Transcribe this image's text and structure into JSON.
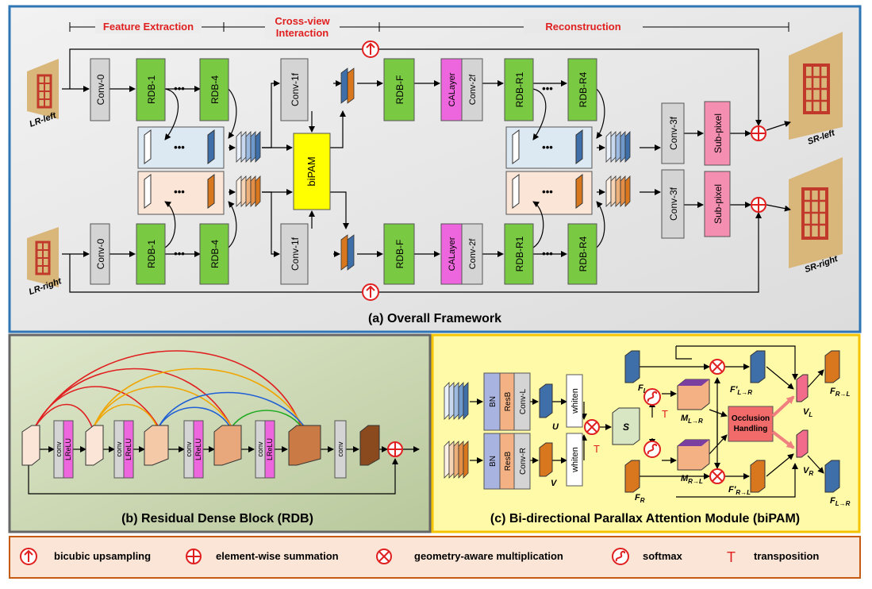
{
  "panel_a": {
    "caption": "(a) Overall Framework",
    "sections": {
      "feature_extraction": "Feature Extraction",
      "cross_view_line1": "Cross-view",
      "cross_view_line2": "Interaction",
      "reconstruction": "Reconstruction"
    },
    "inputs": {
      "left": "LR-left",
      "right": "LR-right"
    },
    "outputs": {
      "left": "SR-left",
      "right": "SR-right"
    },
    "blocks": {
      "conv0": "Conv-0",
      "rdb1": "RDB-1",
      "rdb4": "RDB-4",
      "dots": "•••",
      "conv1f": "Conv-1f",
      "bipam": "biPAM",
      "rdbf": "RDB-F",
      "calayer": "CALayer",
      "conv2f": "Conv-2f",
      "rdbr1": "RDB-R1",
      "rdbr4": "RDB-R4",
      "conv3f": "Conv-3f",
      "subpixel": "Sub-pixel"
    }
  },
  "panel_b": {
    "caption": "(b) Residual Dense Block (RDB)",
    "conv": "conv",
    "lrelu": "LReLU"
  },
  "panel_c": {
    "caption": "(c) Bi-directional Parallax Attention Module (biPAM)",
    "bn": "BN",
    "resb": "ResB",
    "conv_l": "Conv-L",
    "conv_r": "Conv-R",
    "whiten": "whiten",
    "u": "U",
    "v": "V",
    "s": "S",
    "t": "T",
    "occlusion_line1": "Occlusion",
    "occlusion_line2": "Handling",
    "f_l": "F",
    "f_l_sub": "L",
    "f_r": "F",
    "f_r_sub": "R",
    "m_lr": "M",
    "m_lr_sub": "L→R",
    "m_rl": "M",
    "m_rl_sub": "R→L",
    "fp_lr": "F′",
    "fp_lr_sub": "L→R",
    "fp_rl": "F′",
    "fp_rl_sub": "R→L",
    "v_l": "V",
    "v_l_sub": "L",
    "v_r": "V",
    "v_r_sub": "R",
    "f_rl": "F",
    "f_rl_sub": "R→L",
    "f_lr": "F",
    "f_lr_sub": "L→R"
  },
  "legend": {
    "bicubic": "bicubic upsampling",
    "sum": "element-wise summation",
    "mult": "geometry-aware multiplication",
    "softmax": "softmax",
    "transposition": "transposition",
    "t_symbol": "T"
  },
  "colors": {
    "green": "#7ac943",
    "gray": "#d4d4d4",
    "magenta": "#ee66dd",
    "pink": "#f48fb1",
    "yellow": "#ffff00",
    "blue": "#3f6fa8",
    "orange": "#d9771f",
    "red": "#e02020"
  }
}
